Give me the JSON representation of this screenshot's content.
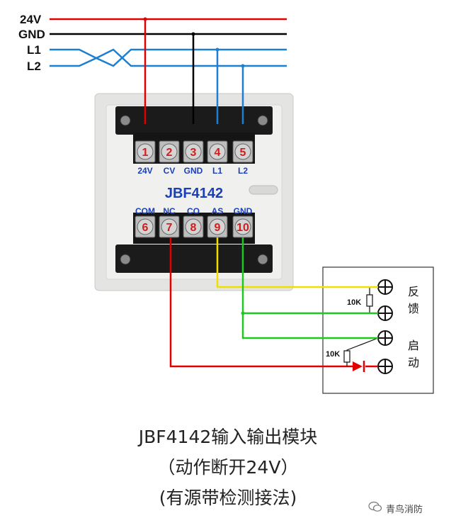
{
  "bus": {
    "labels": [
      "24V",
      "GND",
      "L1",
      "L2"
    ],
    "colors": {
      "v24": "#e00000",
      "gnd": "#000000",
      "l": "#1e7fd0"
    }
  },
  "module": {
    "model": "JBF4142",
    "top_terminals": [
      {
        "num": "1",
        "label": "24V"
      },
      {
        "num": "2",
        "label": "CV"
      },
      {
        "num": "3",
        "label": "GND"
      },
      {
        "num": "4",
        "label": "L1"
      },
      {
        "num": "5",
        "label": "L2"
      }
    ],
    "bottom_terminals": [
      {
        "num": "6",
        "label": "COM"
      },
      {
        "num": "7",
        "label": "NC"
      },
      {
        "num": "8",
        "label": "CO"
      },
      {
        "num": "9",
        "label": "AS"
      },
      {
        "num": "10",
        "label": "GND"
      }
    ]
  },
  "device": {
    "feedback_label": [
      "反",
      "馈"
    ],
    "start_label": [
      "启",
      "动"
    ],
    "resistor_1": "10K",
    "resistor_2": "10K",
    "wire_colors": {
      "yellow": "#f0e000",
      "green": "#1fc81f",
      "red": "#e00000"
    }
  },
  "caption": {
    "line1": "JBF4142输入输出模块",
    "line2": "（动作断开24V）",
    "line3": "(有源带检测接法)"
  },
  "watermark": "青鸟消防"
}
